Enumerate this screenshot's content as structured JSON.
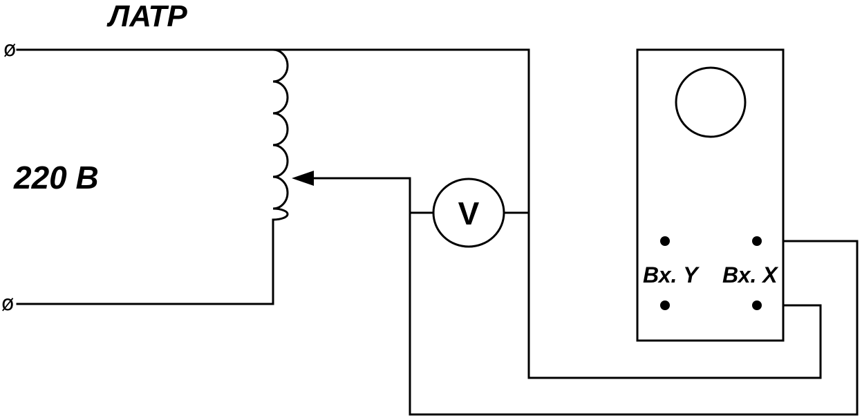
{
  "diagram": {
    "title": "ЛАТР",
    "supply_voltage": "220 В",
    "voltmeter_symbol": "V",
    "oscilloscope": {
      "input_y_label": "Вх. Y",
      "input_x_label": "Вх. X"
    },
    "terminal_symbol": "ø"
  }
}
